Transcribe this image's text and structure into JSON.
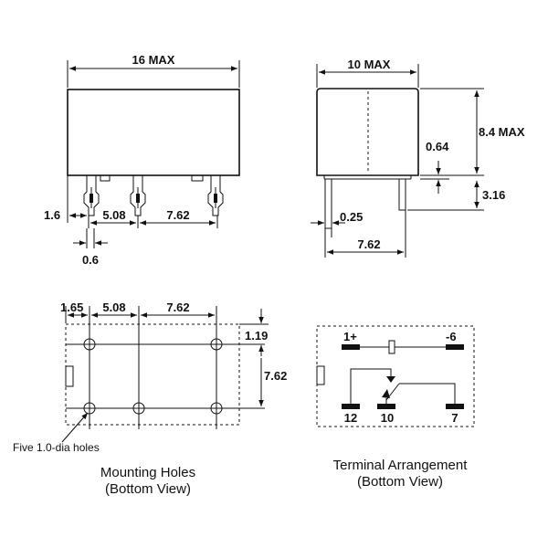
{
  "front_view": {
    "width_label": "16 MAX",
    "pin_offset_label": "1.6",
    "pitch_a_label": "5.08",
    "pitch_b_label": "7.62",
    "pin_width_label": "0.6"
  },
  "side_view": {
    "width_label": "10 MAX",
    "height_label": "8.4 MAX",
    "standoff_label": "0.64",
    "pin_length_label": "3.16",
    "pin_thickness_label": "0.25",
    "pin_spacing_label": "7.62"
  },
  "mounting_holes": {
    "offset_label": "1.65",
    "pitch_a_label": "5.08",
    "pitch_b_label": "7.62",
    "top_offset_label": "1.19",
    "row_spacing_label": "7.62",
    "holes_note": "Five 1.0-dia holes",
    "caption_line1": "Mounting Holes",
    "caption_line2": "(Bottom View)"
  },
  "terminal_arrangement": {
    "pin_1_label": "1+",
    "pin_6_label": "-6",
    "pin_12_label": "12",
    "pin_10_label": "10",
    "pin_7_label": "7",
    "caption_line1": "Terminal Arrangement",
    "caption_line2": "(Bottom View)"
  }
}
